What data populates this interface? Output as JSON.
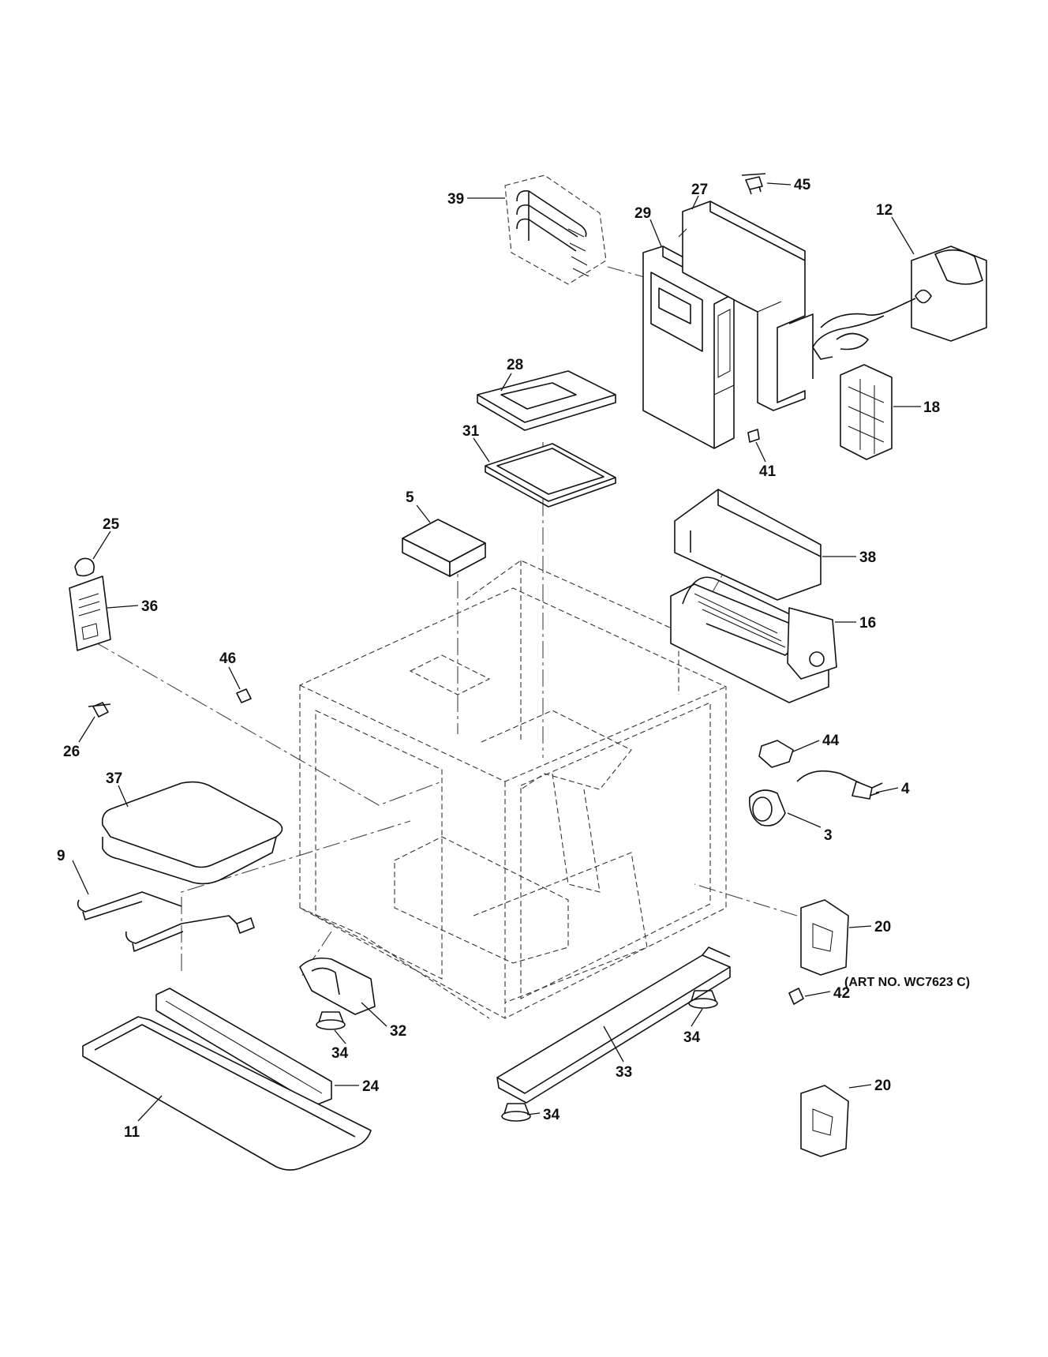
{
  "art_number": "(ART NO. WC7623 C)",
  "callouts": {
    "c3": "3",
    "c4": "4",
    "c5": "5",
    "c9": "9",
    "c11": "11",
    "c12": "12",
    "c16": "16",
    "c18": "18",
    "c20a": "20",
    "c20b": "20",
    "c24": "24",
    "c25": "25",
    "c26": "26",
    "c27": "27",
    "c28": "28",
    "c29": "29",
    "c31": "31",
    "c32": "32",
    "c33": "33",
    "c34a": "34",
    "c34b": "34",
    "c34c": "34",
    "c36": "36",
    "c37": "37",
    "c38": "38",
    "c39": "39",
    "c41": "41",
    "c42": "42",
    "c44": "44",
    "c45": "45",
    "c46": "46"
  }
}
